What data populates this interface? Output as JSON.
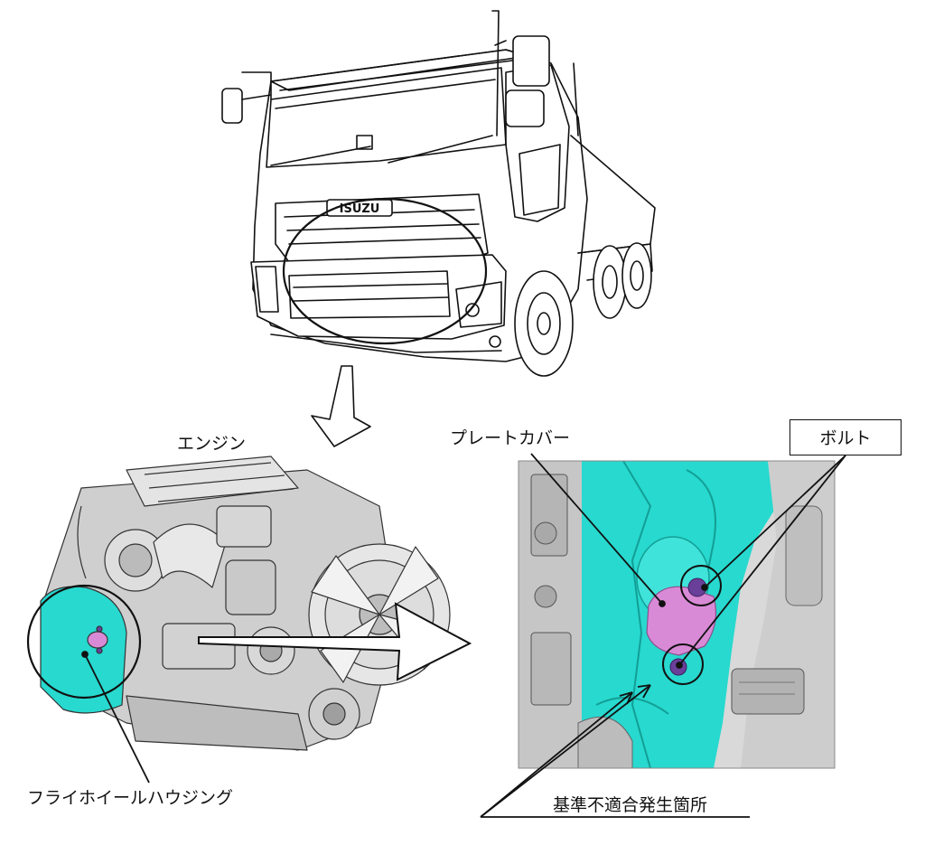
{
  "labels": {
    "engine": "エンジン",
    "plate_cover": "プレートカバー",
    "bolt": "ボルト",
    "flywheel_housing": "フライホイールハウジング",
    "defect_location": "基準不適合発生箇所"
  },
  "truck": {
    "brand_badge": "ISUZU"
  },
  "colors": {
    "line": "#111111",
    "housing_cyan": "#27d9cf",
    "cover_pink": "#d98ad6",
    "bolt_purple": "#6a3f9a",
    "metal_gray": "#c8c8c8"
  }
}
